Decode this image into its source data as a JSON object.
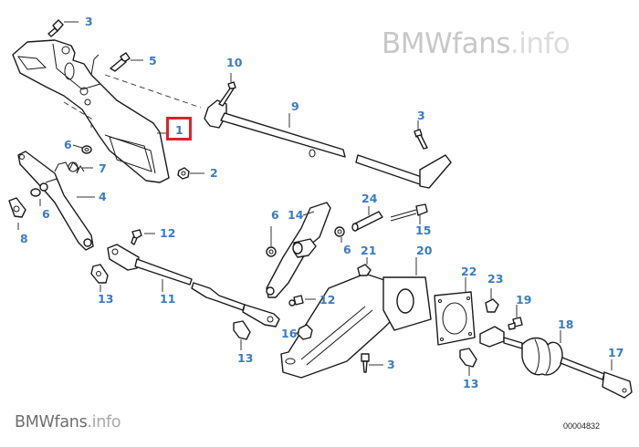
{
  "diagram": {
    "title": "Pedal bearing / clutch pedal assembly exploded view",
    "watermark_top": {
      "main": "BMWfans",
      "suffix": ".info"
    },
    "watermark_bottom": {
      "main": "BMWfans",
      "suffix": ".info"
    },
    "reference_code": "00004832",
    "highlight_color": "#e0202a",
    "label_color": "#3b7bc4",
    "selected_part": "1",
    "callouts": [
      {
        "id": "c-3a",
        "label": "3"
      },
      {
        "id": "c-5",
        "label": "5"
      },
      {
        "id": "c-10",
        "label": "10"
      },
      {
        "id": "c-9",
        "label": "9"
      },
      {
        "id": "c-3b",
        "label": "3"
      },
      {
        "id": "c-1",
        "label": "1"
      },
      {
        "id": "c-6a",
        "label": "6"
      },
      {
        "id": "c-7",
        "label": "7"
      },
      {
        "id": "c-2",
        "label": "2"
      },
      {
        "id": "c-4",
        "label": "4"
      },
      {
        "id": "c-6b",
        "label": "6"
      },
      {
        "id": "c-8",
        "label": "8"
      },
      {
        "id": "c-12a",
        "label": "12"
      },
      {
        "id": "c-13a",
        "label": "13"
      },
      {
        "id": "c-11",
        "label": "11"
      },
      {
        "id": "c-6c",
        "label": "6"
      },
      {
        "id": "c-14",
        "label": "14"
      },
      {
        "id": "c-24",
        "label": "24"
      },
      {
        "id": "c-15",
        "label": "15"
      },
      {
        "id": "c-6d",
        "label": "6"
      },
      {
        "id": "c-21",
        "label": "21"
      },
      {
        "id": "c-20",
        "label": "20"
      },
      {
        "id": "c-22",
        "label": "22"
      },
      {
        "id": "c-23",
        "label": "23"
      },
      {
        "id": "c-19",
        "label": "19"
      },
      {
        "id": "c-12b",
        "label": "12"
      },
      {
        "id": "c-16",
        "label": "16"
      },
      {
        "id": "c-13b",
        "label": "13"
      },
      {
        "id": "c-3c",
        "label": "3"
      },
      {
        "id": "c-13c",
        "label": "13"
      },
      {
        "id": "c-18",
        "label": "18"
      },
      {
        "id": "c-17",
        "label": "17"
      }
    ]
  }
}
